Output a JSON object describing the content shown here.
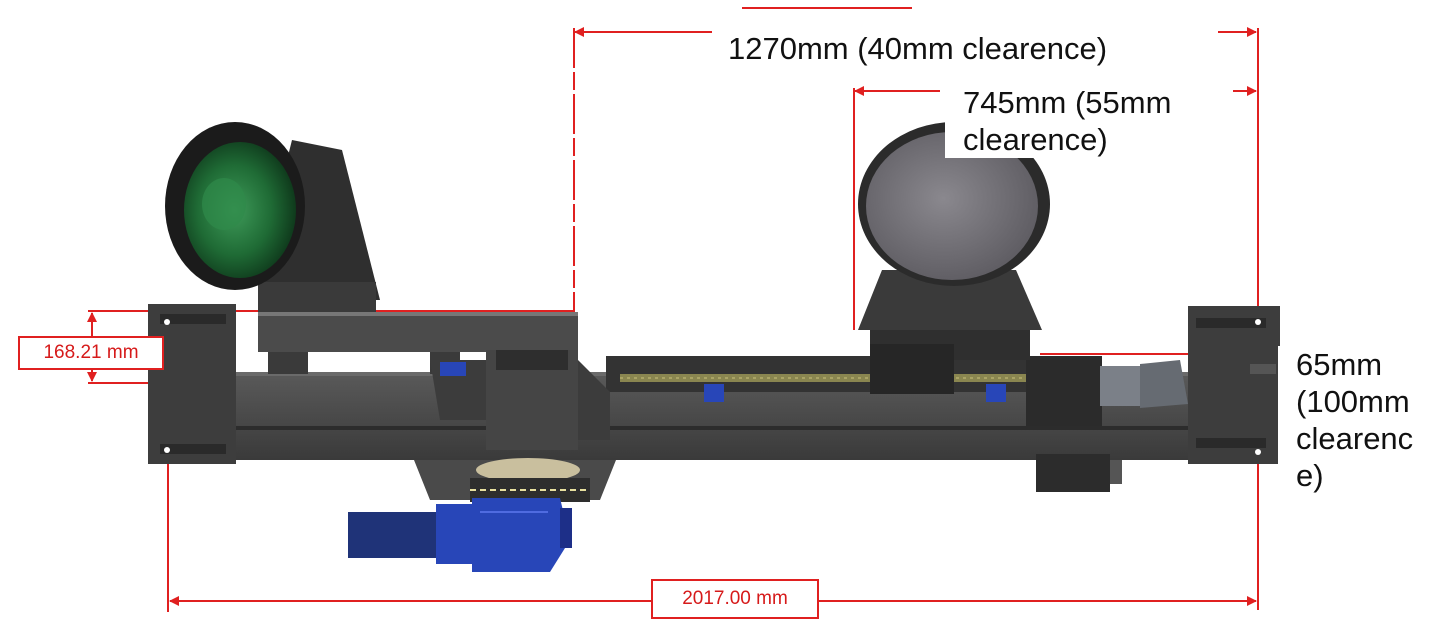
{
  "dimensions": {
    "overall_width": "2017.00 mm",
    "frame_height": "168.21 mm",
    "span_1270": "1270mm (40mm clearence)",
    "span_745": "745mm (55mm clearence)",
    "span_65": "65mm (100mm clearence)"
  },
  "colors": {
    "dimension_line": "#e02020",
    "frame": "#4a4a4a",
    "mirror_green": "#1f6b35",
    "mirror_gray": "#6e6c72",
    "motor_blue": "#2846b8"
  }
}
